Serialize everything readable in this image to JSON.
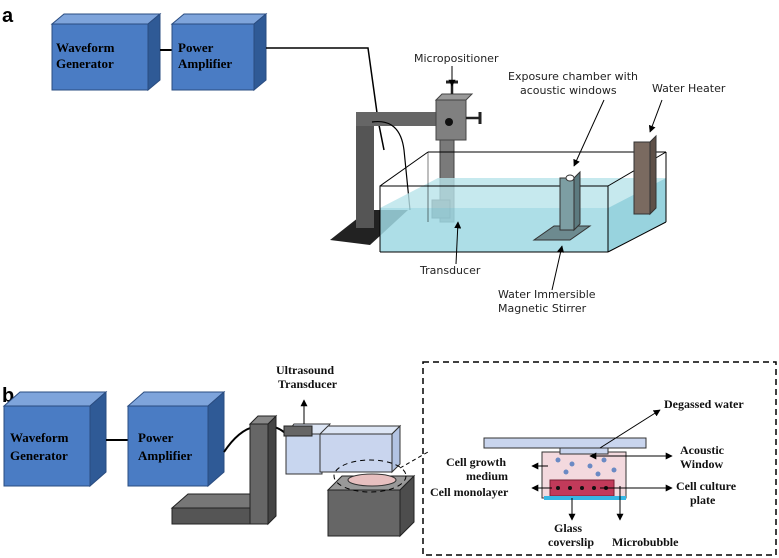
{
  "panel_a": {
    "letter": "a",
    "waveform_generator": [
      "Waveform",
      "Generator"
    ],
    "power_amplifier": [
      "Power",
      "Amplifier"
    ],
    "micropositioner": "Micropositioner",
    "exposure_chamber": [
      "Exposure chamber with",
      "acoustic windows"
    ],
    "water_heater": "Water Heater",
    "transducer": "Transducer",
    "stirrer": [
      "Water Immersible",
      "Magnetic Stirrer"
    ]
  },
  "panel_b": {
    "letter": "b",
    "waveform_generator": [
      "Waveform",
      "Generator"
    ],
    "power_amplifier": [
      "Power",
      "Amplifier"
    ],
    "ultrasound_transducer": [
      "Ultrasound",
      "Transducer"
    ],
    "degassed_water": "Degassed water",
    "acoustic_window": [
      "Acoustic",
      "Window"
    ],
    "cell_growth_medium": [
      "Cell growth",
      "medium"
    ],
    "cell_monolayer": "Cell monolayer",
    "cell_culture_plate": [
      "Cell culture",
      "plate"
    ],
    "glass_coverslip": [
      "Glass",
      "coverslip"
    ],
    "microbubble": "Microbubble"
  },
  "colors": {
    "box_front": "#4a7cc4",
    "box_top": "#7ea4db",
    "box_side": "#2f5a96",
    "water": "#9fd8e3",
    "stand": "#555555"
  }
}
